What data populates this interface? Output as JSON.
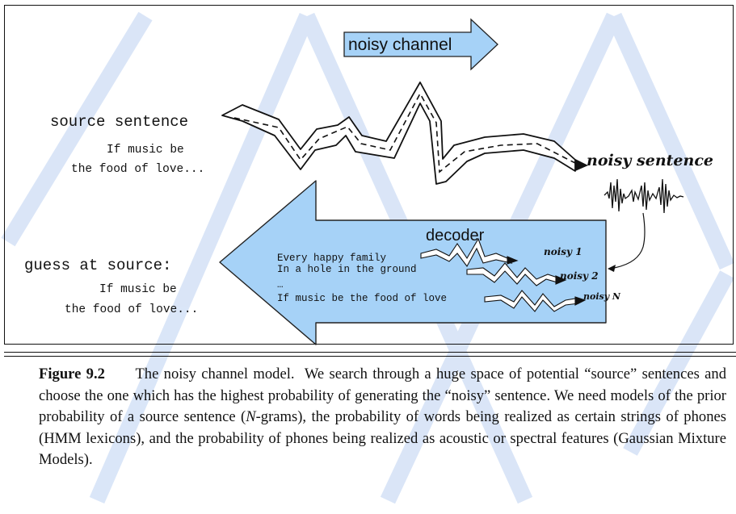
{
  "diagram": {
    "channel_label": "noisy channel",
    "source_label": "source sentence",
    "source_text_1": "If music be",
    "source_text_2": "the food of love...",
    "noisy_sentence_label": "noisy sentence",
    "decoder_label": "decoder",
    "candidates": [
      "Every happy family",
      "In a hole in the ground",
      "…",
      "If music be the food of love"
    ],
    "noisy_labels": [
      "noisy 1",
      "noisy 2",
      "noisy N"
    ],
    "guess_label": "guess at source:",
    "guess_text_1": "If music be",
    "guess_text_2": "the food of love...",
    "colors": {
      "arrow_fill": "#a6d2f7",
      "arrow_stroke": "#222222",
      "watermark": "#d6e3f7"
    }
  },
  "caption": {
    "figure_number": "Figure 9.2",
    "sentences": [
      "The noisy channel model.",
      "We search through a huge space of potential “source” sentences and choose the one which has the highest probability of generating the “noisy” sentence.",
      "We need models of the prior probability of a source sentence (",
      "N",
      "-grams), the probability of words being realized as certain strings of phones (HMM lexicons), and the probability of phones being realized as acoustic or spectral features (Gaussian Mixture Models)."
    ]
  }
}
